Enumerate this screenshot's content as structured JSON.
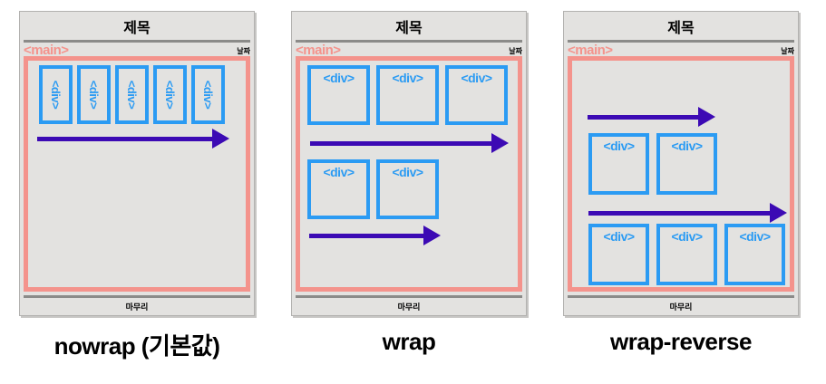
{
  "labels": {
    "title": "제목",
    "main_tag": "<main>",
    "date": "날짜",
    "footer": "마무리",
    "div_tag": "<div>"
  },
  "panels": [
    {
      "id": "nowrap",
      "caption": "nowrap (기본값)",
      "flex_wrap_value": "nowrap",
      "div_count": 5,
      "lines": 1,
      "arrows": [
        "full-width"
      ]
    },
    {
      "id": "wrap",
      "caption": "wrap",
      "flex_wrap_value": "wrap",
      "div_count": 5,
      "lines": 2,
      "line_item_counts": [
        3,
        2
      ],
      "arrows": [
        "full-width",
        "short"
      ]
    },
    {
      "id": "wrap-reverse",
      "caption": "wrap-reverse",
      "flex_wrap_value": "wrap-reverse",
      "div_count": 5,
      "lines": 2,
      "line_item_counts": [
        2,
        3
      ],
      "arrows": [
        "short",
        "full-width"
      ]
    }
  ],
  "colors": {
    "salmon_border": "#f4938c",
    "blue_box": "#2b9bf3",
    "arrow_purple": "#3c0ab4",
    "panel_background": "#e3e2e0",
    "rule_gray": "#8b8b89",
    "text": "#000000"
  }
}
